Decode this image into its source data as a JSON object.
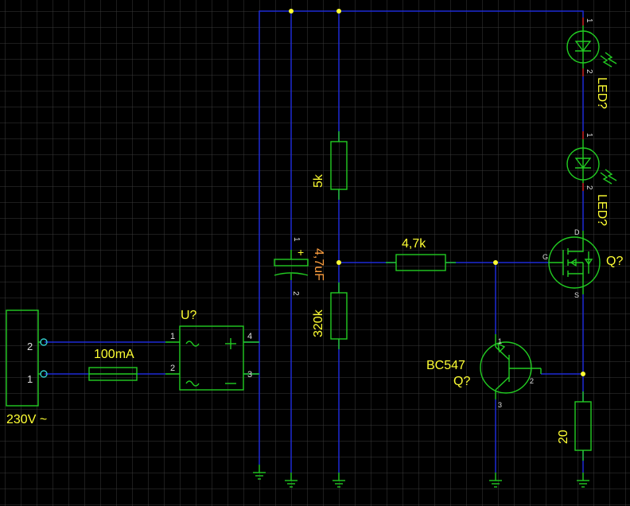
{
  "schematic": {
    "connector": {
      "pin2": "2",
      "pin1": "1",
      "label": "230V ~"
    },
    "fuse": {
      "value": "100mA"
    },
    "bridge": {
      "ref": "U?",
      "pin1": "1",
      "pin2": "2",
      "pin3": "3",
      "pin4": "4",
      "ac_symbol": "~",
      "plus": "+",
      "minus": "−"
    },
    "capacitor": {
      "value": "4,7uF",
      "pin_plus": "1",
      "pin_minus": "2",
      "plus": "+"
    },
    "resistors": {
      "r_top": "5k",
      "r_bottom": "320k",
      "r_gate": "4,7k",
      "r_sense": "20"
    },
    "led_top": {
      "ref": "LED?",
      "pin1": "1",
      "pin2": "2"
    },
    "led_bottom": {
      "ref": "LED?",
      "pin1": "1",
      "pin2": "2"
    },
    "mosfet": {
      "ref": "Q?",
      "gate": "G",
      "drain": "D",
      "source": "S"
    },
    "bjt": {
      "part": "BC547",
      "ref": "Q?",
      "pin1": "1",
      "pin2": "2",
      "pin3": "3"
    }
  },
  "colors": {
    "background": "#000000",
    "grid": "#3a3a3a",
    "wire": "#1e2ad6",
    "symbol": "#22cc22",
    "label": "#ffff33",
    "value_orange": "#ffa040",
    "pin_stub": "#cc2222"
  }
}
